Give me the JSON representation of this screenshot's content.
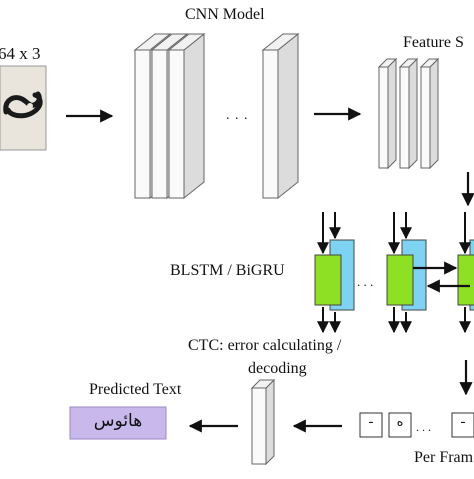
{
  "labels": {
    "input_size": "64 x 3",
    "cnn_model": "CNN Model",
    "feature_seq": "Feature S",
    "blstm": "BLSTM / BiGRU",
    "ctc_line1": "CTC: error calculating /",
    "ctc_line2": "decoding",
    "predicted_text": "Predicted Text",
    "predicted_word": "هائوس",
    "per_frame": "Per Fram",
    "ellipsis": ". . .",
    "frame_1": "-",
    "frame_2": "ه",
    "frame_3": "-"
  },
  "colors": {
    "lstm_green": "#8ee024",
    "lstm_blue": "#7fd3f2",
    "word_box": "#c9b8ec",
    "panel": "#f8f8f8",
    "stroke": "#666666",
    "arrow": "#111111"
  }
}
